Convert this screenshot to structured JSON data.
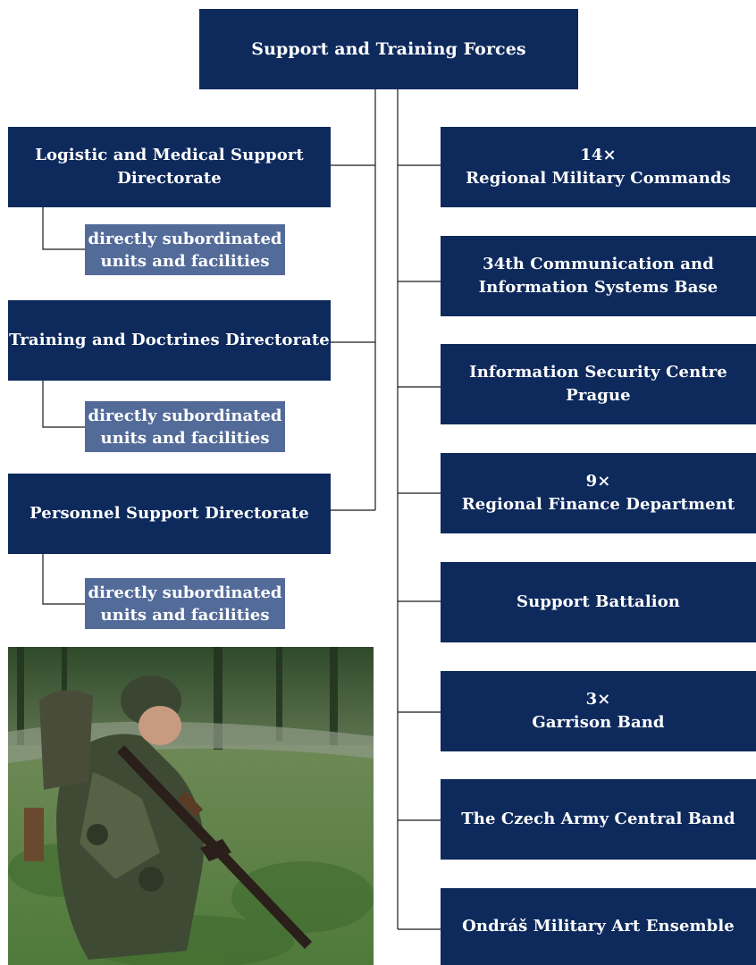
{
  "top": {
    "title": "Support and Training Forces"
  },
  "left": [
    {
      "title": [
        "Logistic and Medical Support",
        "Directorate"
      ],
      "sub": [
        "directly subordinated",
        "units and facilities"
      ]
    },
    {
      "title": [
        "Training and Doctrines Directorate"
      ],
      "sub": [
        "directly subordinated",
        "units and facilities"
      ]
    },
    {
      "title": [
        "Personnel Support Directorate"
      ],
      "sub": [
        "directly subordinated",
        "units and facilities"
      ]
    }
  ],
  "right": [
    {
      "lines": [
        "14×",
        "Regional Military Commands"
      ]
    },
    {
      "lines": [
        "34th Communication and",
        "Information Systems Base"
      ]
    },
    {
      "lines": [
        "Information Security Centre",
        "Prague"
      ]
    },
    {
      "lines": [
        "9×",
        "Regional Finance Department"
      ]
    },
    {
      "lines": [
        "Support Battalion"
      ]
    },
    {
      "lines": [
        "3×",
        "Garrison Band"
      ]
    },
    {
      "lines": [
        "The Czech Army Central Band"
      ]
    },
    {
      "lines": [
        "Ondráš Military Art Ensemble"
      ]
    }
  ],
  "colors": {
    "box": "#0e2a5c",
    "sub_box": "#536b99",
    "connector": "#1a1a1a"
  },
  "photo": {
    "icon": "soldier-photo"
  }
}
